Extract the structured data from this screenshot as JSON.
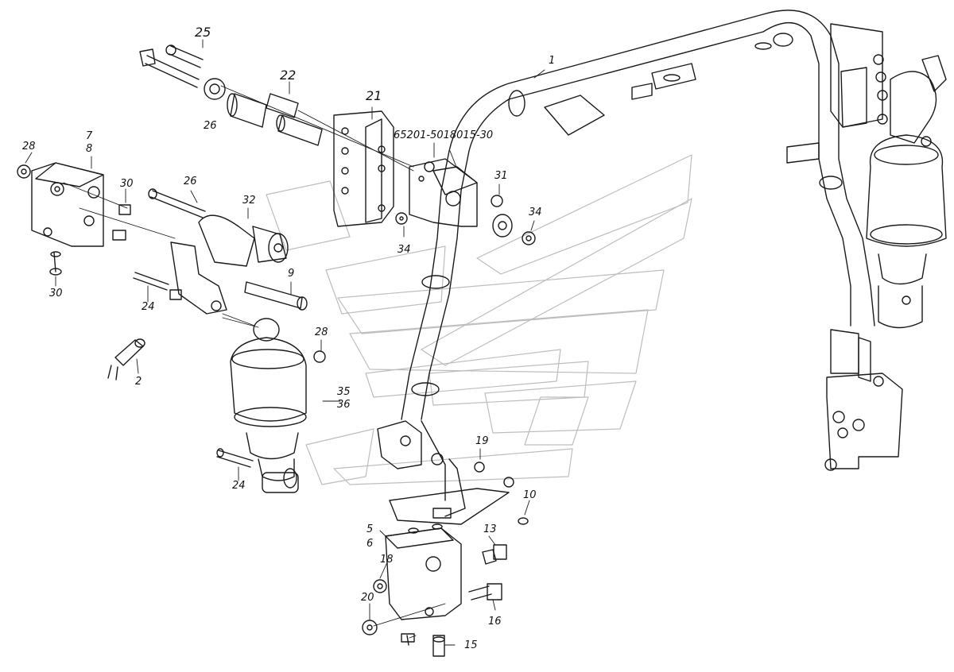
{
  "diagram": {
    "part_labels": {
      "p1": "1",
      "p2": "2",
      "p5": "5",
      "p6": "6",
      "p7": "7",
      "p8": "8",
      "p9": "9",
      "p10": "10",
      "p13": "13",
      "p15": "15",
      "p16": "16",
      "p18": "18",
      "p19": "19",
      "p20": "20",
      "p21": "21",
      "p22": "22",
      "p24a": "24",
      "p24b": "24",
      "p25": "25",
      "p26a": "26",
      "p26b": "26",
      "p28a": "28",
      "p28b": "28",
      "p30a": "30",
      "p30b": "30",
      "p31": "31",
      "p32": "32",
      "p34a": "34",
      "p34b": "34",
      "p35": "35",
      "p36": "36",
      "ref": "65201-5018015-30"
    }
  }
}
